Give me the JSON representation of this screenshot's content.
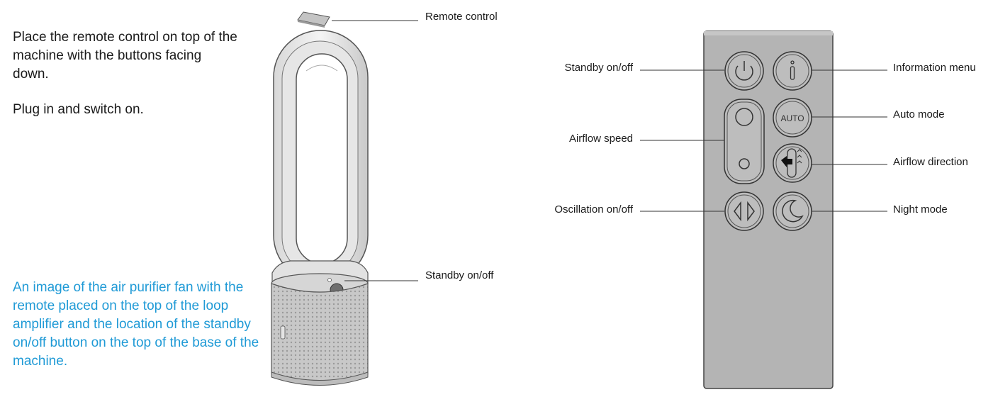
{
  "instructions": {
    "step1": "Place the remote control on top of the machine with the buttons facing down.",
    "step2": "Plug in and switch on."
  },
  "image_description": "An image of the air purifier fan with the remote placed on the top of the loop amplifier and the location of the standby on/off button on the top of the base of the machine.",
  "fan_labels": {
    "remote": "Remote control",
    "standby": "Standby on/off"
  },
  "remote_labels": {
    "standby": "Standby on/off",
    "airflow_speed": "Airflow speed",
    "oscillation": "Oscillation on/off",
    "information": "Information menu",
    "auto": "Auto mode",
    "airflow_direction": "Airflow direction",
    "night": "Night mode"
  },
  "remote_buttons": {
    "auto_text": "AUTO",
    "info_text": "i"
  },
  "colors": {
    "accent_blue": "#1f9ad6",
    "remote_body": "#b4b4b4",
    "line": "#333333"
  },
  "icons": [
    "power-icon",
    "info-icon",
    "auto-icon",
    "speed-rocker",
    "airflow-direction-icon",
    "oscillation-icon",
    "moon-icon"
  ]
}
